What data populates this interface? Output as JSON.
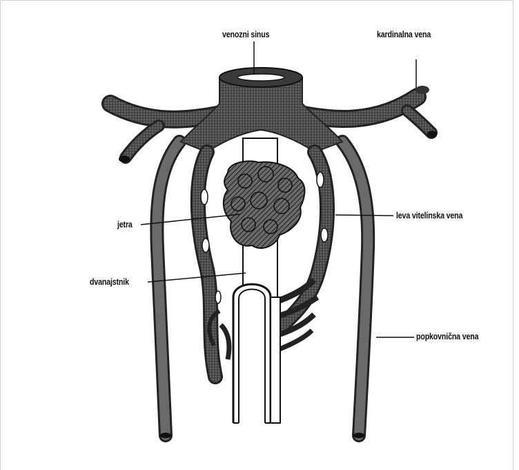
{
  "labels": {
    "sinus": "venozni sinus",
    "cardinal": "kardinalna vena",
    "liver": "jetra",
    "left_vitelline": "leva vitelinska vena",
    "duodenum": "dvanajstnik",
    "umbilical": "popkovnična vena"
  }
}
